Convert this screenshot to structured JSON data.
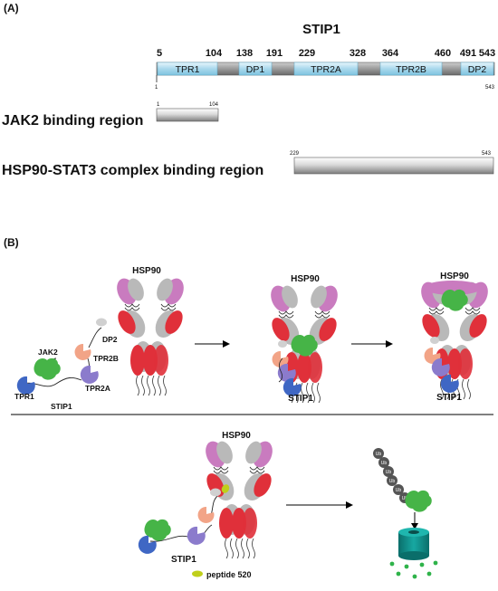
{
  "panel_a": {
    "label": "(A)",
    "title": "STIP1",
    "boundaries": [
      "5",
      "104",
      "138",
      "191",
      "229",
      "328",
      "364",
      "460",
      "491",
      "543"
    ],
    "domains": [
      "TPR1",
      "DP1",
      "TPR2A",
      "TPR2B",
      "DP2"
    ],
    "bar_start": "1",
    "bar_end": "543",
    "jak2": {
      "label": "JAK2 binding region",
      "start": "1",
      "end": "104"
    },
    "hsp90_stat3": {
      "label": "HSP90-STAT3 complex binding region",
      "start": "229",
      "end": "543"
    }
  },
  "panel_b": {
    "label": "(B)",
    "hsp90": "HSP90",
    "stip1": "STIP1",
    "jak2": "JAK2",
    "tpr1": "TPR1",
    "tpr2a": "TPR2A",
    "tpr2b": "TPR2B",
    "dp2": "DP2",
    "ub": "Ub",
    "peptide": "peptide 520"
  },
  "colors": {
    "domain_blue": "#a9d8ec",
    "linker_gray": "#8c8c8c",
    "hsp90_red": "#e0303a",
    "hsp90_gray": "#b9b9b9",
    "hsp90_pink": "#c97bbf",
    "jak2_green": "#46b447",
    "tpr1_blue": "#3f67c4",
    "tpr2a_purple": "#8b7bcc",
    "tpr2b_salmon": "#f2a487",
    "proteasome_teal": "#0f8f8a",
    "peptide_yellow": "#bfcf1a"
  }
}
